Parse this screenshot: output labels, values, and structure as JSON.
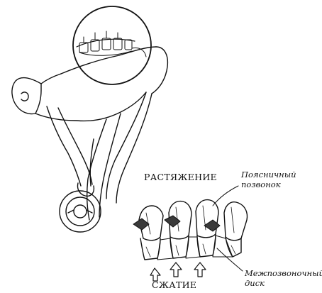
{
  "labels": {
    "stretching": "РАСТЯЖЕНИЕ",
    "compression": "СЖАТИЕ",
    "lumbar_vertebra_line1": "Поясничный",
    "lumbar_vertebra_line2": "позвонок",
    "disc_line1": "Межпозвоночный",
    "disc_line2": "диск"
  },
  "colors": {
    "ink": "#111111",
    "pressure_arrow": "#3a3a3a",
    "open_arrow": "#ffffff"
  }
}
